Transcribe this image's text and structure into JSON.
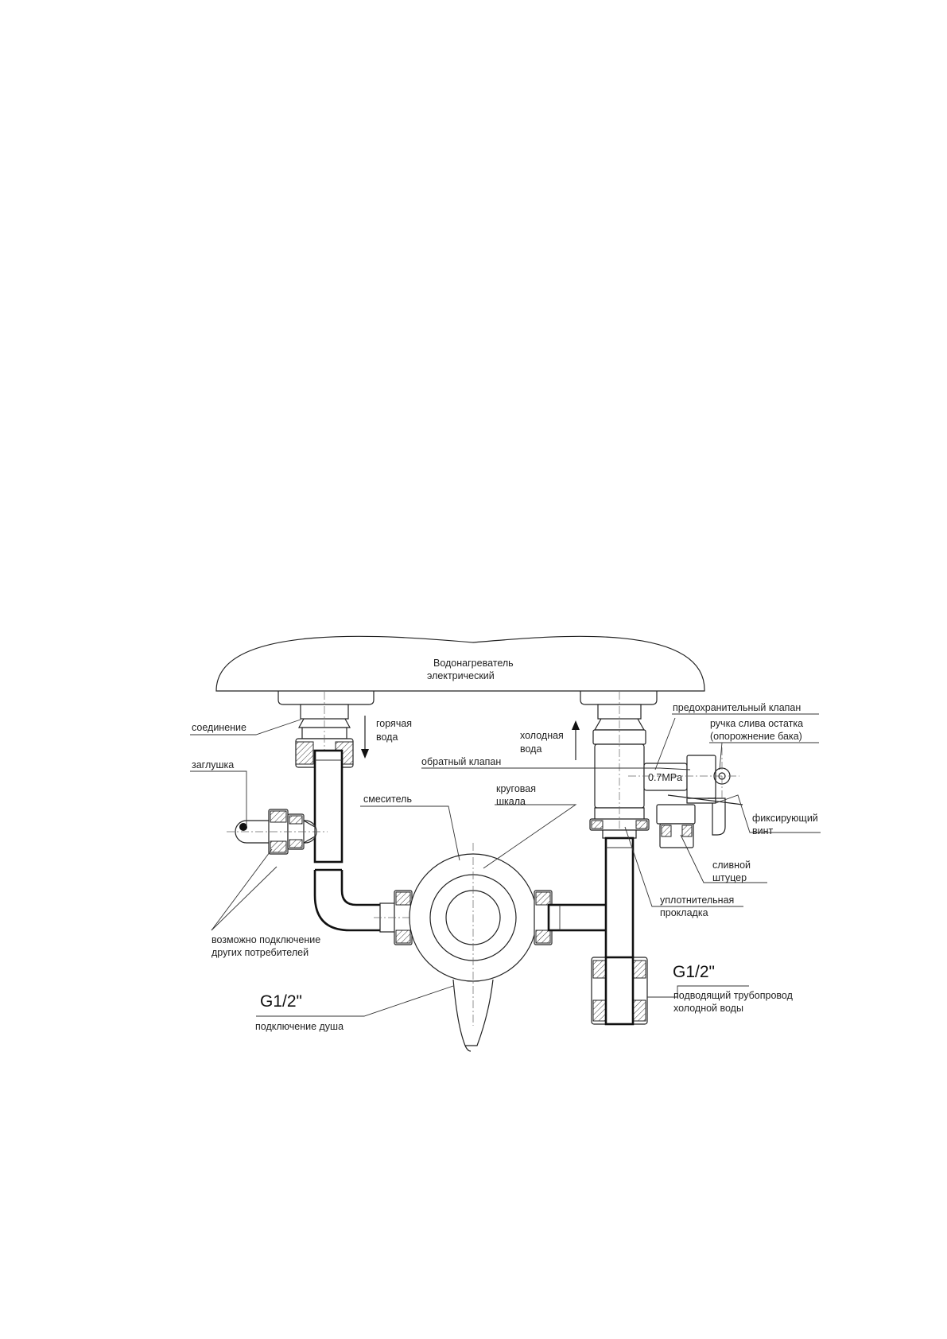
{
  "diagram": {
    "heater_label": [
      "Водонагреватель",
      "электрический"
    ],
    "labels": {
      "connection": "соединение",
      "hot_water": [
        "горячая",
        "вода"
      ],
      "cold_water": [
        "холодная",
        "вода"
      ],
      "safety_valve": "предохранительный клапан",
      "drain_handle": [
        "ручка слива остатка",
        "(опорожнение бака)"
      ],
      "check_valve": "обратный клапан",
      "plug": "заглушка",
      "mixer": "смеситель",
      "dial": [
        "круговая",
        "шкала"
      ],
      "fixing_screw": [
        "фиксирующий",
        "винт"
      ],
      "drain_fitting": [
        "сливной",
        "штуцер"
      ],
      "gasket": [
        "уплотнительная",
        "прокладка"
      ],
      "other_consumers": [
        "возможно подключение",
        "других потребителей"
      ],
      "thread_left": "G1/2\"",
      "shower": "подключение душа",
      "thread_right": "G1/2\"",
      "cold_supply": [
        "подводящий трубопровод",
        "холодной воды"
      ],
      "pressure": "0.7MPa"
    }
  }
}
